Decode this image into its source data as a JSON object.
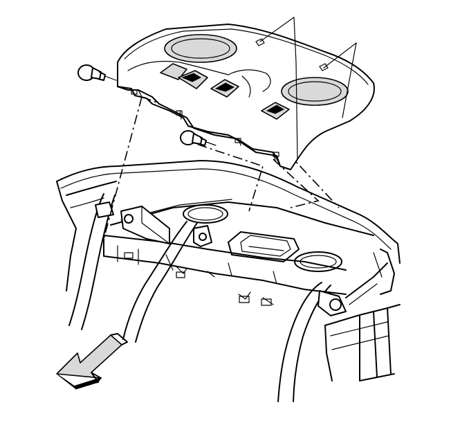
{
  "diagram": {
    "parts": [
      {
        "id": "rear-shelf-trim-panel",
        "icon": "trim-panel"
      },
      {
        "id": "push-pin-retainer-left",
        "icon": "push-pin"
      },
      {
        "id": "push-pin-retainer-center",
        "icon": "push-pin"
      },
      {
        "id": "rear-compartment-body",
        "icon": "vehicle-body"
      },
      {
        "id": "front-direction-arrow",
        "icon": "arrow-down-left"
      }
    ],
    "colors": {
      "line": "#000000",
      "background": "#ffffff",
      "shade": "#d9d9d9"
    }
  }
}
